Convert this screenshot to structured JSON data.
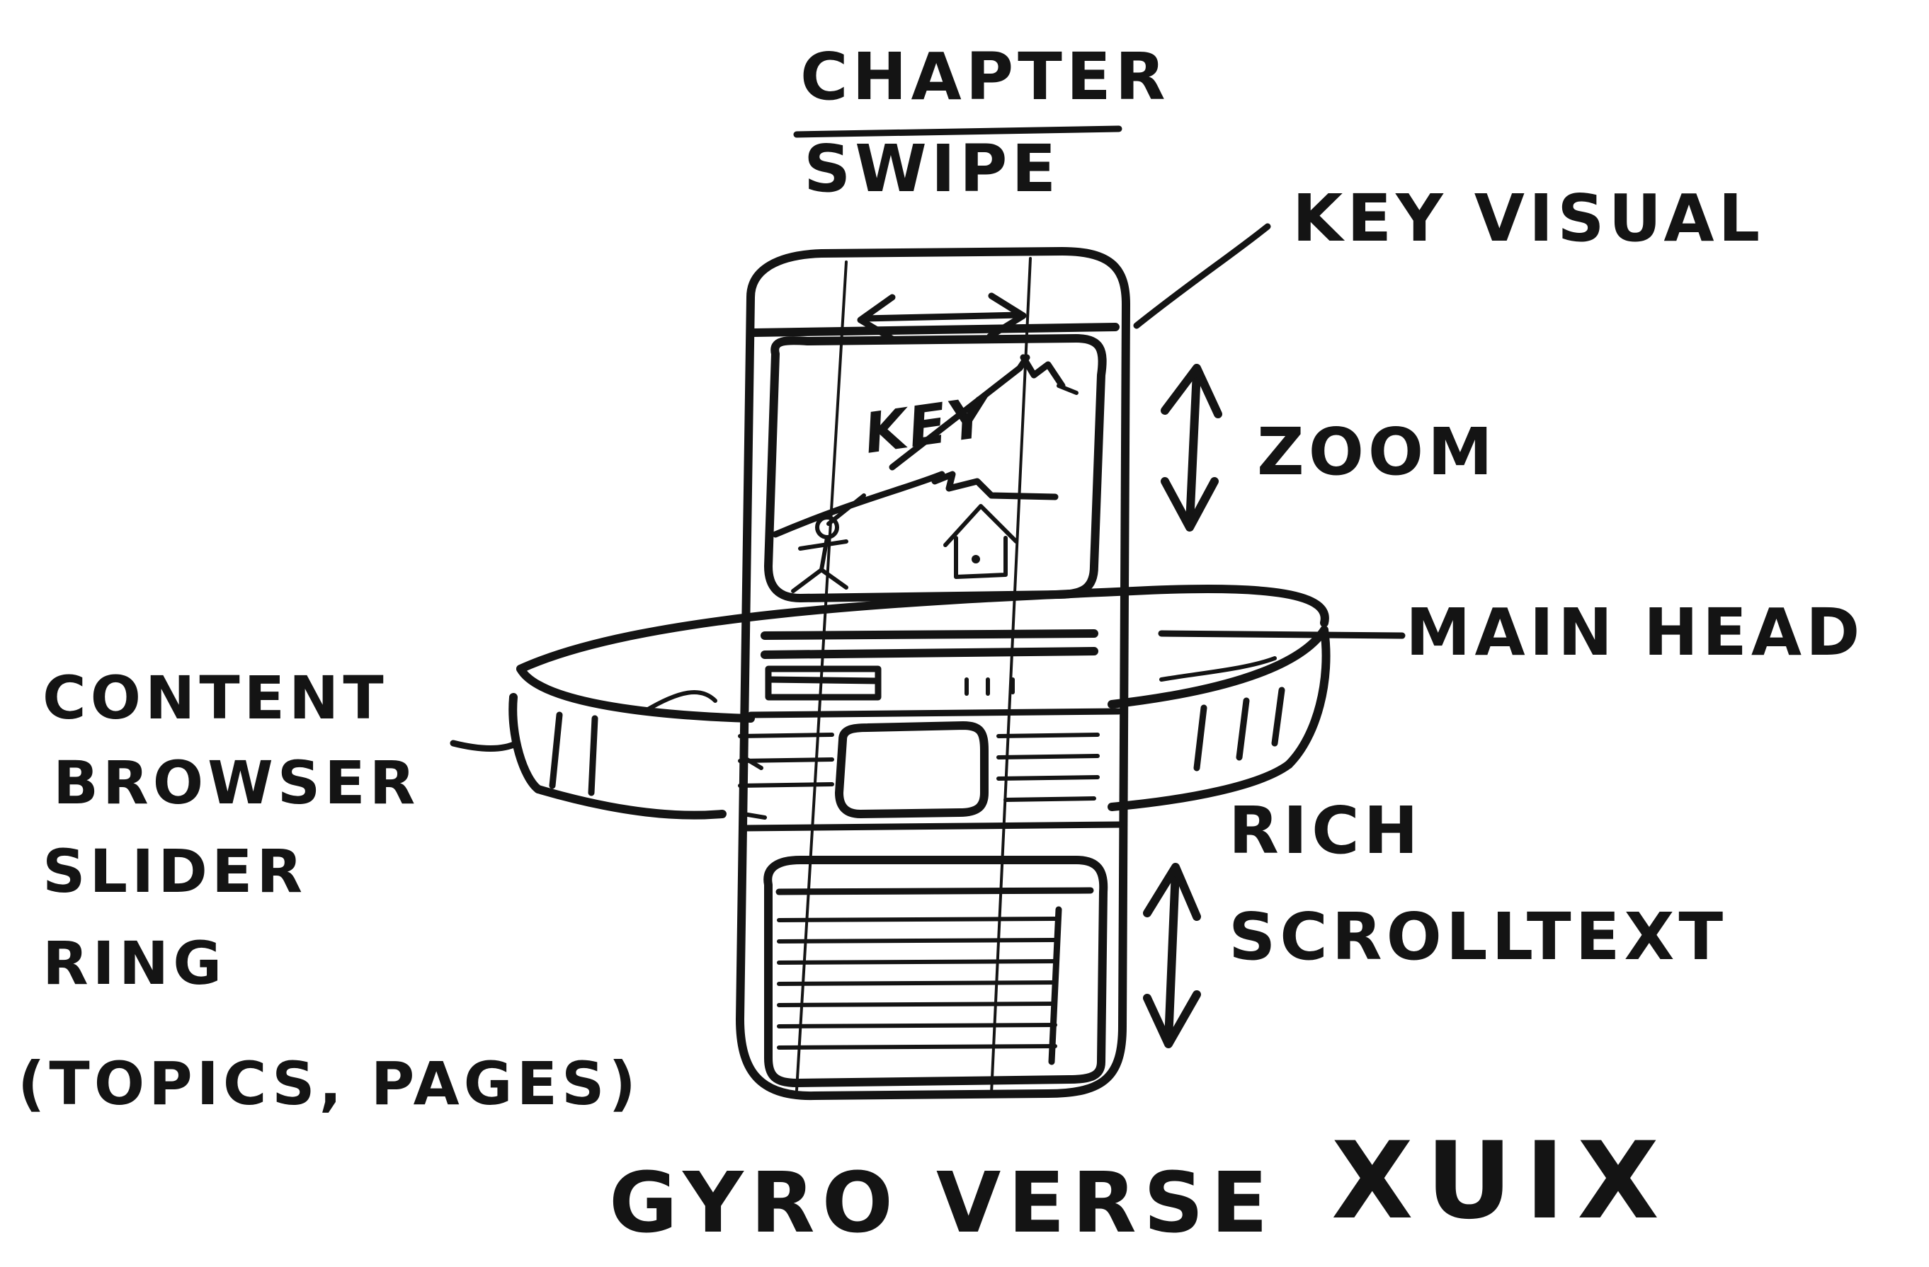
{
  "labels": {
    "chapter_swipe_line1": "CHAPTER",
    "chapter_swipe_line2": "SWIPE",
    "key_visual": "KEY VISUAL",
    "zoom": "ZOOM",
    "main_head": "MAIN HEAD",
    "content_browser_line1": "CONTENT",
    "content_browser_line2": "BROWSER",
    "content_browser_line3": "SLIDER",
    "content_browser_line4": "RING",
    "content_browser_line5": "(TOPICS, PAGES)",
    "rich_scroll_text_line1": "RICH",
    "rich_scroll_text_line2": "SCROLLTEXT",
    "inner_key": "KEY",
    "title_gyroverse": "GYRO VERSE",
    "title_xuix": "XUIX"
  }
}
